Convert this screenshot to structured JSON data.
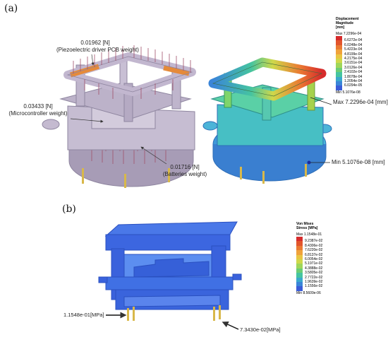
{
  "panel_a": {
    "label": "(a)",
    "loads": [
      {
        "value": "0.01962 [N]",
        "desc": "(Piezoelectric driver PCB  weight)"
      },
      {
        "value": "0.03433 [N]",
        "desc": "(Microcontroller weight)"
      },
      {
        "value": "0.01716 [N]",
        "desc": "(Batteries weight)"
      }
    ],
    "legend": {
      "title": [
        "Displacement",
        "Magnitude",
        "[mm]"
      ],
      "max_label": "Max 7.2296e-04",
      "min_label": "Min 5.1076e-08",
      "ticks": [
        "6.6272e-04",
        "6.0248e-04",
        "5.4223e-04",
        "4.8199e-04",
        "4.2175e-04",
        "3.6151e-04",
        "3.0126e-04",
        "2.4102e-04",
        "1.8078e-04",
        "1.2054e-04",
        "6.0294e-05"
      ],
      "colors": [
        "#d62b2b",
        "#e2552c",
        "#ea7a32",
        "#f0a23a",
        "#e9c542",
        "#cfd84a",
        "#9fd65a",
        "#6ccd74",
        "#45c4a0",
        "#3aa9cc",
        "#3a85d8",
        "#3a5cd8"
      ]
    },
    "max_callout": "Max  7.2296e-04  [mm]",
    "min_callout": "Min  5.1076e-08  [mm]"
  },
  "panel_b": {
    "label": "(b)",
    "legend": {
      "title": [
        "Von Mises",
        "Stress [MPa]"
      ],
      "max_label": "Max 1.1548e-01",
      "min_label": "Min 8.5609e-06",
      "ticks": [
        "9.2387e-02",
        "8.4306e-02",
        "7.6220e-02",
        "6.8137e-02",
        "6.0054e-02",
        "5.1971e-02",
        "4.3888e-02",
        "3.5805e-02",
        "2.7722e-02",
        "1.9639e-02",
        "1.1556e-02"
      ],
      "colors": [
        "#d62b2b",
        "#e2552c",
        "#ea7a32",
        "#f0a23a",
        "#e9c542",
        "#cfd84a",
        "#9fd65a",
        "#6ccd74",
        "#45c4a0",
        "#3aa9cc",
        "#3a85d8",
        "#3a5cd8"
      ]
    },
    "callouts": [
      "1.1548e-01[MPa]",
      "7.3430e-02[MPa]"
    ]
  }
}
